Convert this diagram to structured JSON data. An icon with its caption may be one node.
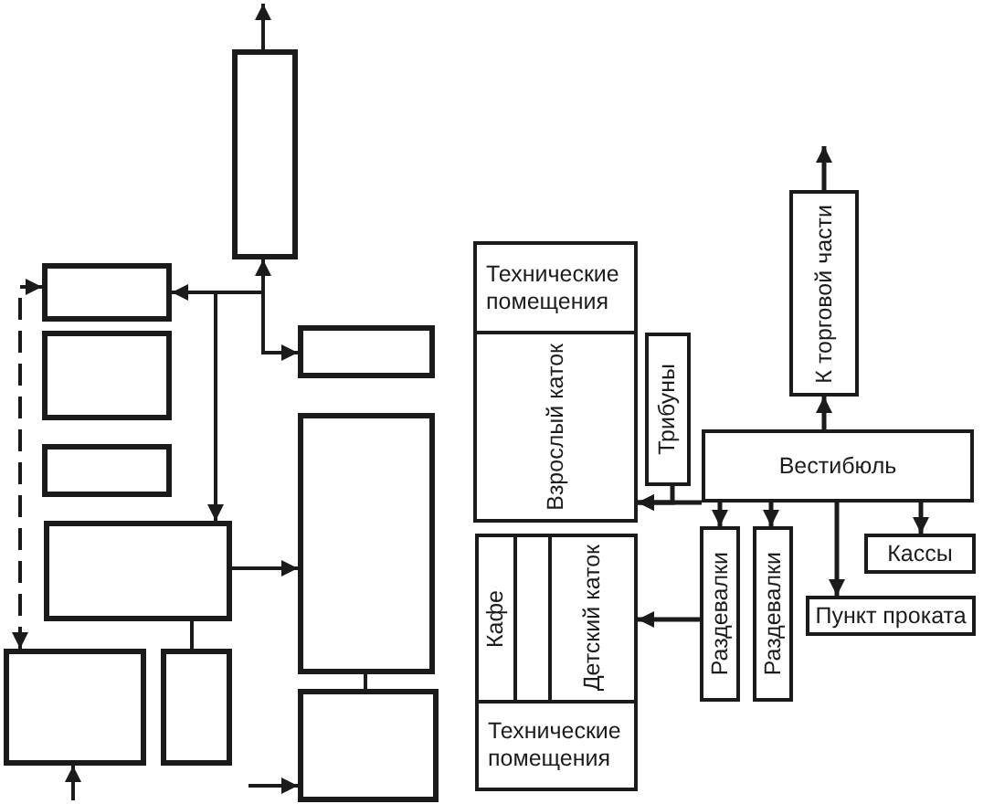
{
  "diagram": {
    "nodes": [
      {
        "text": [],
        "shape": "box"
      },
      {
        "text": [],
        "shape": "box"
      },
      {
        "text": [],
        "shape": "box"
      },
      {
        "text": [],
        "shape": "box"
      },
      {
        "text": [],
        "shape": "box"
      },
      {
        "text": [],
        "shape": "box"
      },
      {
        "text": [],
        "shape": "box"
      },
      {
        "text": [],
        "shape": "box"
      },
      {
        "text": [],
        "shape": "box"
      },
      {
        "text": [],
        "shape": "box"
      },
      {
        "text": [
          "Технические помещения"
        ]
      },
      {
        "text": [
          "Взрослый каток"
        ]
      },
      {
        "text": [
          "К торговой части"
        ]
      },
      {
        "text": [
          "Трибуны"
        ]
      },
      {
        "text": [
          "Вестибюль"
        ]
      },
      {
        "text": [
          "Кассы"
        ]
      },
      {
        "text": [
          "Пункт проката"
        ]
      },
      {
        "text": [
          "Раздевалки"
        ]
      },
      {
        "text": [
          "Раздевалки"
        ]
      },
      {
        "text": [],
        "shape": "box"
      },
      {
        "text": [
          "Кафе"
        ],
        "in": 19
      },
      {
        "text": [
          "Детский каток"
        ],
        "in": 19
      },
      {
        "text": [
          "Технические помещения"
        ],
        "in": 19
      }
    ],
    "edges": [
      {
        "from": 0,
        "to": null,
        "arrow": "to"
      },
      {
        "from": null,
        "to": 0,
        "arrow": "to"
      },
      {
        "from": null,
        "to": 1,
        "arrow": "to"
      },
      {
        "from": null,
        "to": 2,
        "arrow": "to"
      },
      {
        "from": null,
        "to": 6,
        "arrow": "to"
      },
      {
        "from": 1,
        "to": 7,
        "arrow": "both",
        "style": "dashed"
      },
      {
        "from": 6,
        "to": 4,
        "arrow": "to"
      },
      {
        "from": 6,
        "to": 8,
        "arrow": "none"
      },
      {
        "from": 4,
        "to": 9,
        "arrow": "none"
      },
      {
        "from": null,
        "to": 7,
        "arrow": "to"
      },
      {
        "from": null,
        "to": 9,
        "arrow": "to"
      },
      {
        "from": 12,
        "to": null,
        "arrow": "to"
      },
      {
        "from": 14,
        "to": 12,
        "arrow": "to"
      },
      {
        "from": 14,
        "to": 11,
        "arrow": "to"
      },
      {
        "from": 13,
        "to": 11,
        "arrow": "to"
      },
      {
        "from": 14,
        "to": 17,
        "arrow": "to"
      },
      {
        "from": 14,
        "to": 18,
        "arrow": "to"
      },
      {
        "from": 14,
        "to": 16,
        "arrow": "to"
      },
      {
        "from": 14,
        "to": 15,
        "arrow": "to"
      },
      {
        "from": 17,
        "to": 21,
        "arrow": "to"
      }
    ]
  }
}
